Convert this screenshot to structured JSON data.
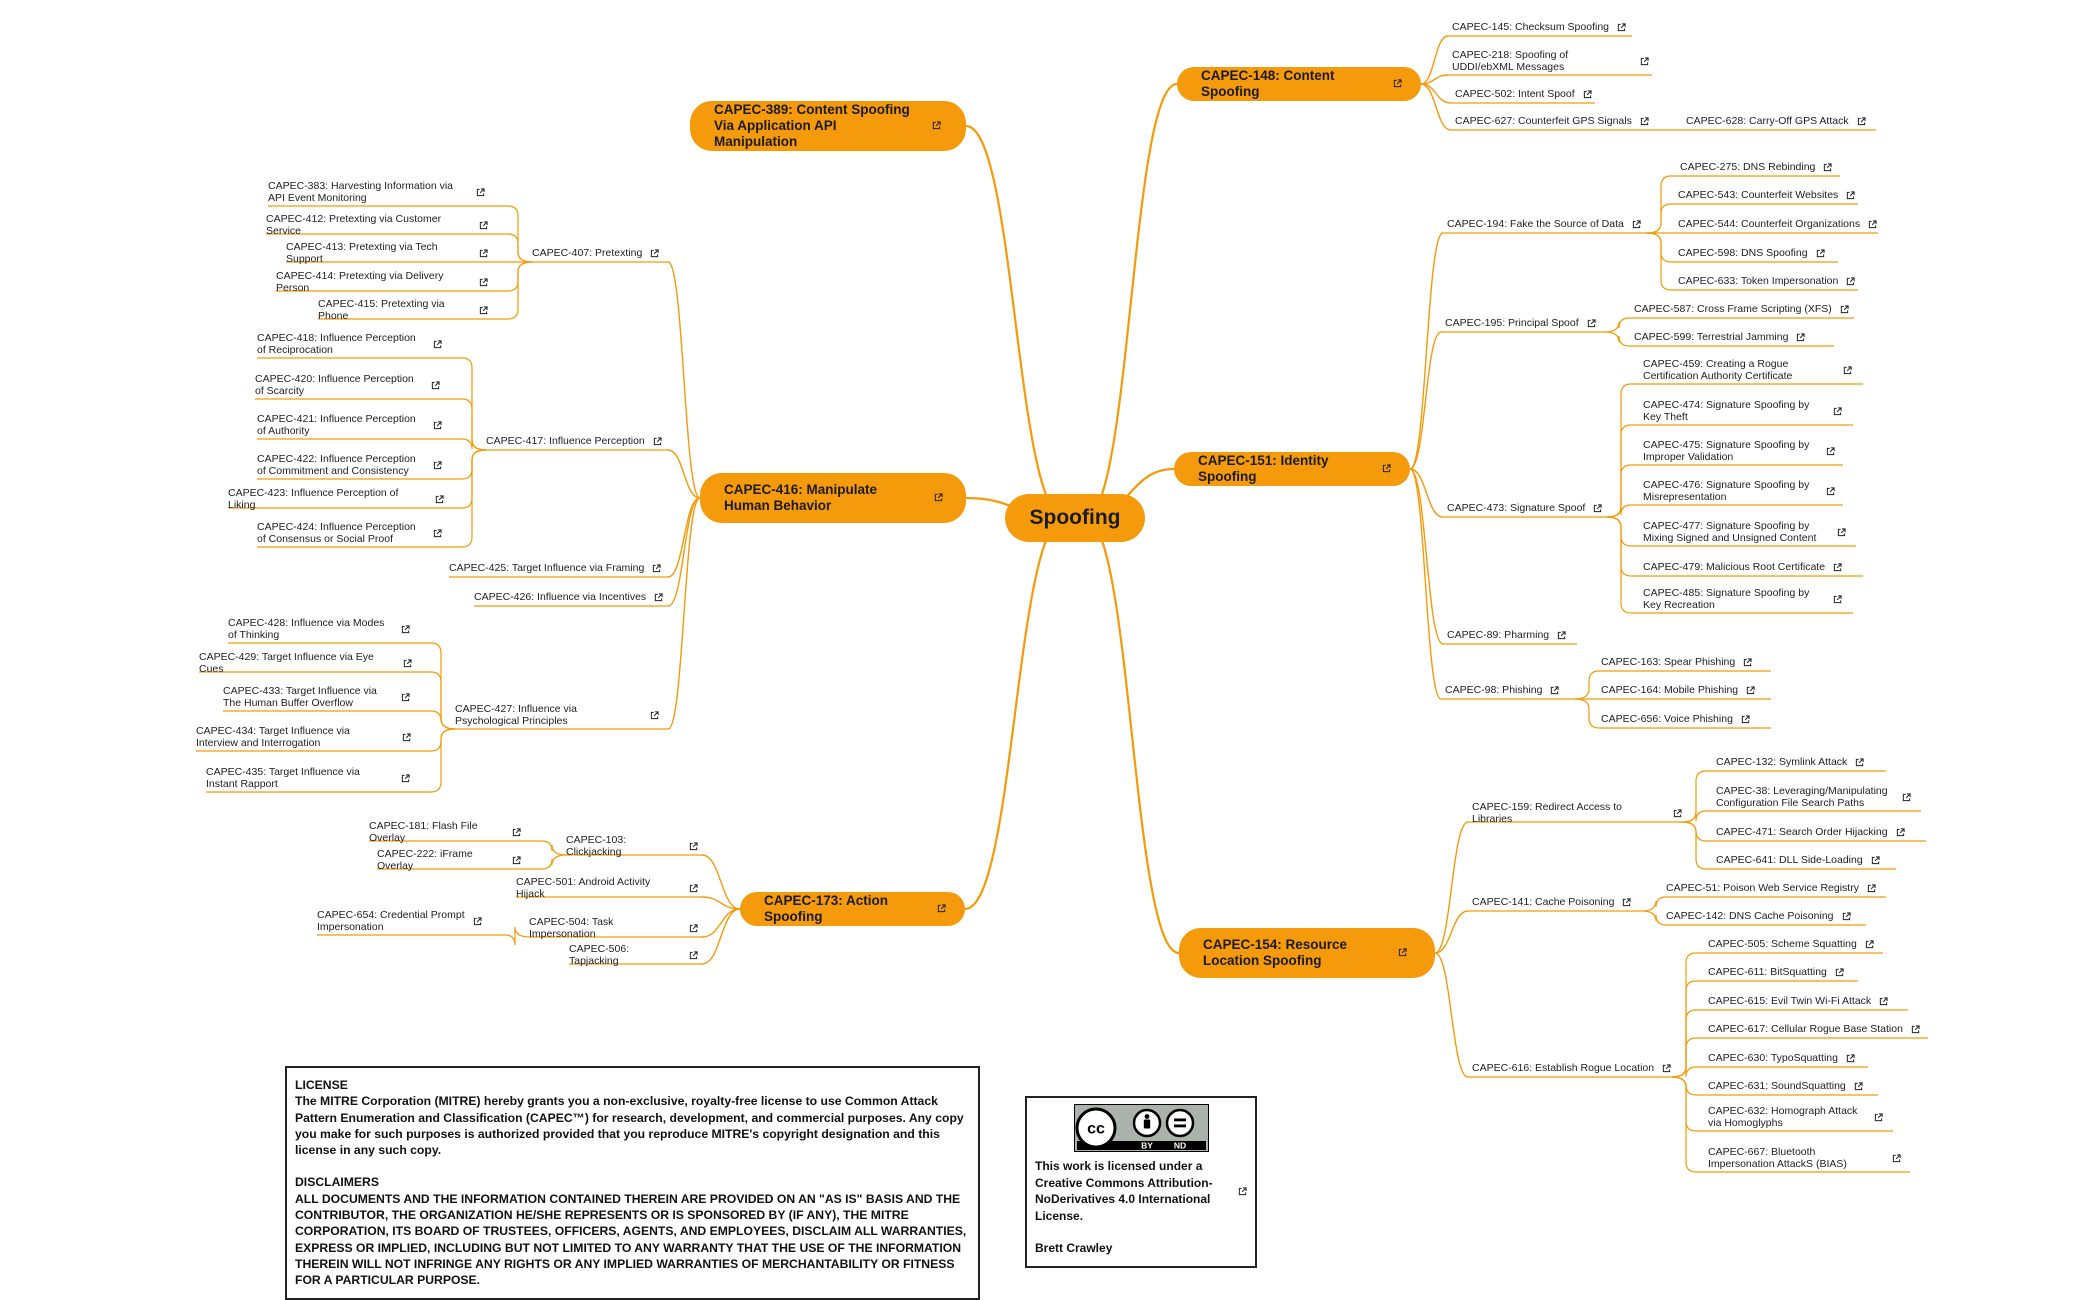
{
  "root": {
    "label": "Spoofing"
  },
  "colors": {
    "accent": "#f59a0b",
    "line": "#f59a0b",
    "text": "#1e1e1e"
  },
  "icons": {
    "link": "external-link-icon",
    "license": "creative-commons-by-nd-badge"
  },
  "branches": [
    {
      "id": "capec-148",
      "label": "CAPEC-148: Content Spoofing",
      "children": [
        {
          "label": "CAPEC-145: Checksum Spoofing"
        },
        {
          "label": "CAPEC-218: Spoofing of UDDI/ebXML Messages"
        },
        {
          "label": "CAPEC-502: Intent Spoof"
        },
        {
          "label": "CAPEC-627: Counterfeit GPS Signals",
          "children": [
            {
              "label": "CAPEC-628: Carry-Off GPS Attack"
            }
          ]
        }
      ]
    },
    {
      "id": "capec-151",
      "label": "CAPEC-151: Identity Spoofing",
      "children": [
        {
          "label": "CAPEC-194: Fake the Source of Data",
          "children": [
            {
              "label": "CAPEC-275: DNS Rebinding"
            },
            {
              "label": "CAPEC-543: Counterfeit Websites"
            },
            {
              "label": "CAPEC-544: Counterfeit Organizations"
            },
            {
              "label": "CAPEC-598: DNS Spoofing"
            },
            {
              "label": "CAPEC-633: Token Impersonation"
            }
          ]
        },
        {
          "label": "CAPEC-195: Principal Spoof",
          "children": [
            {
              "label": "CAPEC-587: Cross Frame Scripting (XFS)"
            },
            {
              "label": "CAPEC-599: Terrestrial Jamming"
            }
          ]
        },
        {
          "label": "CAPEC-473: Signature Spoof",
          "children": [
            {
              "label": "CAPEC-459: Creating a Rogue Certification Authority Certificate"
            },
            {
              "label": "CAPEC-474: Signature Spoofing by Key Theft"
            },
            {
              "label": "CAPEC-475: Signature Spoofing by Improper Validation"
            },
            {
              "label": "CAPEC-476: Signature Spoofing by Misrepresentation"
            },
            {
              "label": "CAPEC-477: Signature Spoofing by Mixing Signed and Unsigned Content"
            },
            {
              "label": "CAPEC-479: Malicious Root Certificate"
            },
            {
              "label": "CAPEC-485: Signature Spoofing by Key Recreation"
            }
          ]
        },
        {
          "label": "CAPEC-89: Pharming"
        },
        {
          "label": "CAPEC-98: Phishing",
          "children": [
            {
              "label": "CAPEC-163: Spear Phishing"
            },
            {
              "label": "CAPEC-164: Mobile Phishing"
            },
            {
              "label": "CAPEC-656: Voice Phishing"
            }
          ]
        }
      ]
    },
    {
      "id": "capec-154",
      "label": "CAPEC-154: Resource Location Spoofing",
      "children": [
        {
          "label": "CAPEC-159: Redirect Access to Libraries",
          "children": [
            {
              "label": "CAPEC-132: Symlink Attack"
            },
            {
              "label": "CAPEC-38: Leveraging/Manipulating Configuration File Search Paths"
            },
            {
              "label": "CAPEC-471: Search Order Hijacking"
            },
            {
              "label": "CAPEC-641: DLL Side-Loading"
            }
          ]
        },
        {
          "label": "CAPEC-141: Cache Poisoning",
          "children": [
            {
              "label": "CAPEC-51: Poison Web Service Registry"
            },
            {
              "label": "CAPEC-142: DNS Cache Poisoning"
            }
          ]
        },
        {
          "label": "CAPEC-616: Establish Rogue Location",
          "children": [
            {
              "label": "CAPEC-505: Scheme Squatting"
            },
            {
              "label": "CAPEC-611: BitSquatting"
            },
            {
              "label": "CAPEC-615: Evil Twin Wi-Fi Attack"
            },
            {
              "label": "CAPEC-617: Cellular Rogue Base Station"
            },
            {
              "label": "CAPEC-630: TypoSquatting"
            },
            {
              "label": "CAPEC-631: SoundSquatting"
            },
            {
              "label": "CAPEC-632: Homograph Attack via Homoglyphs"
            },
            {
              "label": "CAPEC-667: Bluetooth Impersonation AttackS (BIAS)"
            }
          ]
        }
      ]
    },
    {
      "id": "capec-389",
      "label": "CAPEC-389: Content Spoofing Via Application API Manipulation",
      "children": []
    },
    {
      "id": "capec-416",
      "label": "CAPEC-416: Manipulate Human Behavior",
      "children": [
        {
          "label": "CAPEC-407: Pretexting",
          "children": [
            {
              "label": "CAPEC-383: Harvesting Information via API Event Monitoring"
            },
            {
              "label": "CAPEC-412: Pretexting via Customer Service"
            },
            {
              "label": "CAPEC-413: Pretexting via Tech Support"
            },
            {
              "label": "CAPEC-414: Pretexting via Delivery Person"
            },
            {
              "label": "CAPEC-415: Pretexting via Phone"
            }
          ]
        },
        {
          "label": "CAPEC-417: Influence Perception",
          "children": [
            {
              "label": "CAPEC-418: Influence Perception of Reciprocation"
            },
            {
              "label": "CAPEC-420: Influence Perception of Scarcity"
            },
            {
              "label": "CAPEC-421: Influence Perception of Authority"
            },
            {
              "label": "CAPEC-422: Influence Perception of Commitment and Consistency"
            },
            {
              "label": "CAPEC-423: Influence Perception of Liking"
            },
            {
              "label": "CAPEC-424: Influence Perception of Consensus or Social Proof"
            }
          ]
        },
        {
          "label": "CAPEC-425: Target Influence via Framing"
        },
        {
          "label": "CAPEC-426: Influence via Incentives"
        },
        {
          "label": "CAPEC-427: Influence via Psychological Principles",
          "children": [
            {
              "label": "CAPEC-428: Influence via Modes of Thinking"
            },
            {
              "label": "CAPEC-429: Target Influence via Eye Cues"
            },
            {
              "label": "CAPEC-433: Target Influence via The Human Buffer Overflow"
            },
            {
              "label": "CAPEC-434: Target Influence via Interview and Interrogation"
            },
            {
              "label": "CAPEC-435: Target Influence via Instant Rapport"
            }
          ]
        }
      ]
    },
    {
      "id": "capec-173",
      "label": "CAPEC-173: Action Spoofing",
      "children": [
        {
          "label": "CAPEC-103: Clickjacking",
          "children": [
            {
              "label": "CAPEC-181: Flash File Overlay"
            },
            {
              "label": "CAPEC-222: iFrame Overlay"
            }
          ]
        },
        {
          "label": "CAPEC-501: Android Activity Hijack"
        },
        {
          "label": "CAPEC-504: Task Impersonation",
          "children": [
            {
              "label": "CAPEC-654: Credential Prompt Impersonation"
            }
          ]
        },
        {
          "label": "CAPEC-506: Tapjacking"
        }
      ]
    }
  ],
  "license": {
    "heading": "LICENSE",
    "body": "The MITRE Corporation (MITRE) hereby grants you a non-exclusive, royalty-free license to use Common Attack Pattern Enumeration and Classification (CAPEC™) for research, development, and commercial purposes. Any copy you make for such purposes is authorized provided that you reproduce MITRE's copyright designation and this license in any such copy.",
    "disclaimers_heading": "DISCLAIMERS",
    "disclaimers_body": "ALL DOCUMENTS AND THE INFORMATION CONTAINED THEREIN ARE PROVIDED ON AN \"AS IS\" BASIS AND THE CONTRIBUTOR, THE ORGANIZATION HE/SHE REPRESENTS OR IS SPONSORED BY (IF ANY), THE MITRE CORPORATION, ITS BOARD OF TRUSTEES, OFFICERS, AGENTS, AND EMPLOYEES, DISCLAIM ALL WARRANTIES, EXPRESS OR IMPLIED, INCLUDING BUT NOT LIMITED TO ANY WARRANTY THAT THE USE OF THE INFORMATION THEREIN WILL NOT INFRINGE ANY RIGHTS OR ANY IMPLIED WARRANTIES OF MERCHANTABILITY OR FITNESS FOR A PARTICULAR PURPOSE."
  },
  "cc_license": {
    "badge_cc": "cc",
    "badge_by": "BY",
    "badge_nd": "ND",
    "text": "This work is licensed under a Creative Commons Attribution-NoDerivatives 4.0 International License.",
    "author": "Brett Crawley"
  }
}
